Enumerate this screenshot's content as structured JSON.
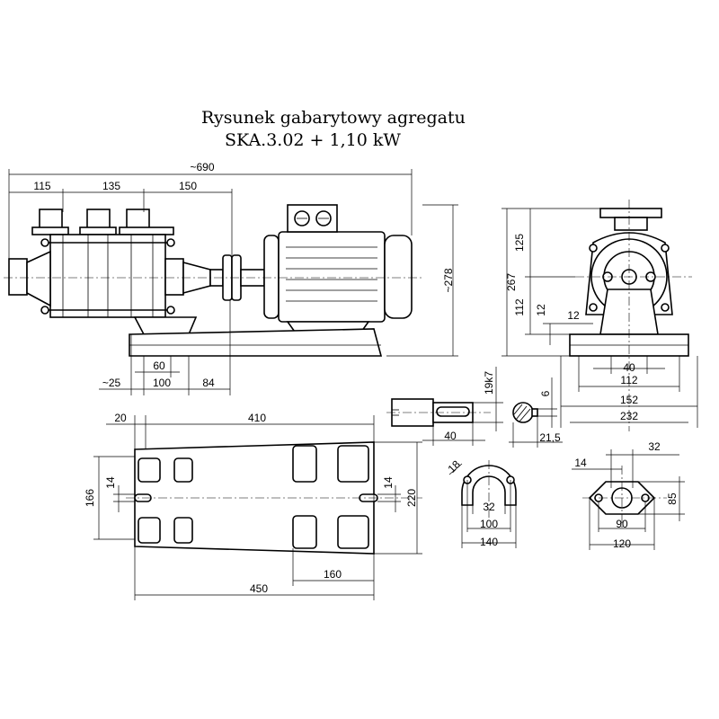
{
  "title": {
    "line1": "Rysunek gabarytowy agregatu",
    "line2": "SKA.3.02 + 1,10 kW"
  },
  "side_view": {
    "overall_length": "~690",
    "segment_1": "115",
    "segment_2": "135",
    "segment_3": "150",
    "height": "~278",
    "foot_spacing": "60",
    "foot_offset": "~25",
    "foot_span": "100",
    "foot_to_coupling": "84"
  },
  "front_view": {
    "total_height": "267",
    "upper_height": "125",
    "axis_height": "112",
    "gap_a": "12",
    "gap_b": "12",
    "width_1": "40",
    "width_2": "112",
    "width_3": "152",
    "width_4": "232"
  },
  "shaft_end": {
    "fit": "19k7",
    "length": "40"
  },
  "shaft_section": {
    "key_width": "6",
    "depth": "21,5"
  },
  "base_plate": {
    "top_offset": "20",
    "top_length": "410",
    "height_left": "166",
    "slot_left": "14",
    "slot_right": "14",
    "height_right": "220",
    "bottom_inner": "160",
    "bottom_total": "450"
  },
  "suction_flange": {
    "angle": "18",
    "inner": "32",
    "hole_spacing": "100",
    "width": "140"
  },
  "discharge_flange": {
    "hole": "14",
    "bore": "32",
    "height": "85",
    "hole_spacing": "90",
    "width": "120"
  }
}
